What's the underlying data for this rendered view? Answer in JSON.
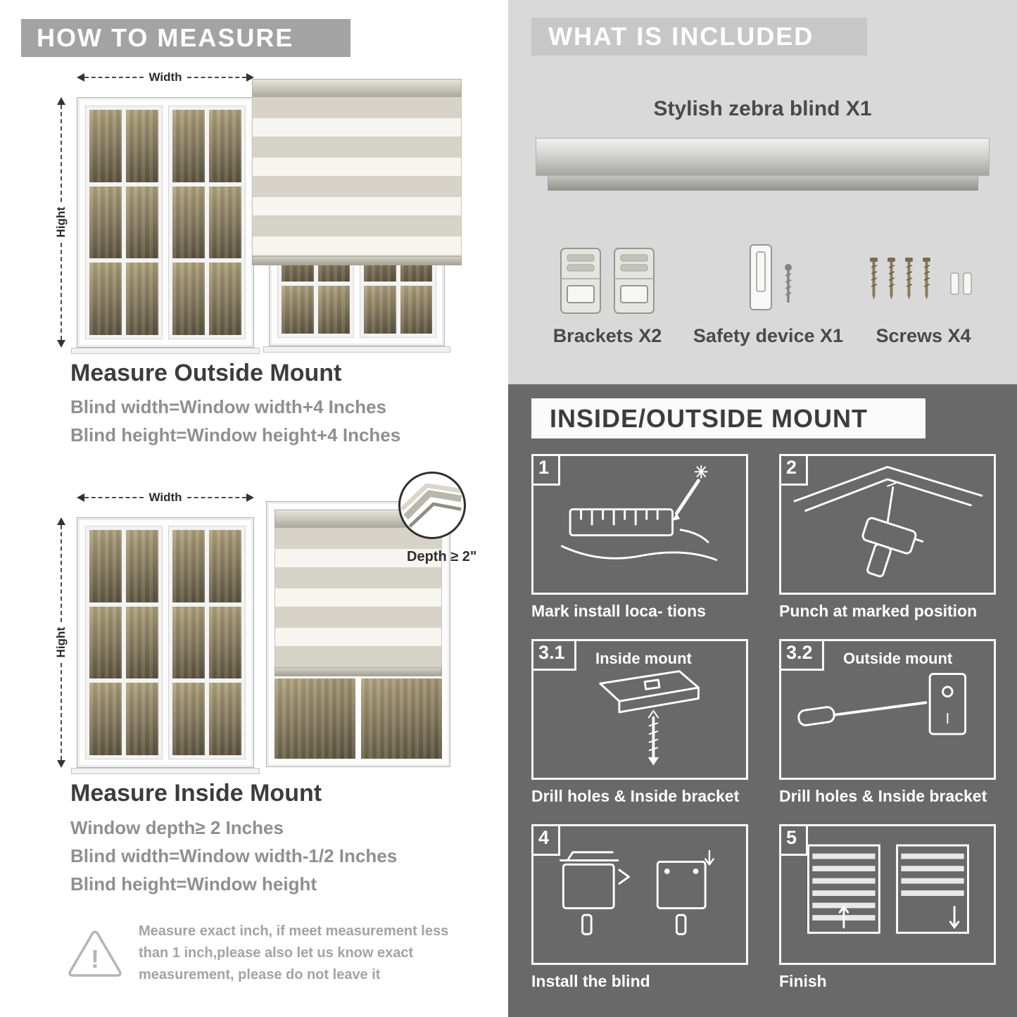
{
  "measure": {
    "banner": "HOW TO MEASURE",
    "width_label": "Width",
    "height_label": "Hight",
    "outside": {
      "heading": "Measure Outside Mount",
      "line1": "Blind width=Window width+4 Inches",
      "line2": "Blind height=Window height+4 Inches"
    },
    "inside": {
      "depth_callout": "Depth ≥ 2\"",
      "heading": "Measure Inside Mount",
      "line1": "Window depth≥ 2 Inches",
      "line2": "Blind width=Window width-1/2 Inches",
      "line3": "Blind height=Window height"
    },
    "warning": {
      "mark": "!",
      "text": "Measure exact inch, if meet measurement less than 1 inch,please also let us know exact measurement, please do not leave it"
    }
  },
  "included": {
    "banner": "WHAT IS INCLUDED",
    "product_label": "Stylish zebra blind X1",
    "items": [
      {
        "icon": "bracket-icon",
        "label": "Brackets X2"
      },
      {
        "icon": "safety-device-icon",
        "label": "Safety device X1"
      },
      {
        "icon": "screw-icon",
        "label": "Screws X4"
      }
    ]
  },
  "mount_guide": {
    "banner": "INSIDE/OUTSIDE MOUNT",
    "steps": [
      {
        "num": "1",
        "title": "",
        "caption": "Mark install loca- tions"
      },
      {
        "num": "2",
        "title": "",
        "caption": "Punch at marked position"
      },
      {
        "num": "3.1",
        "title": "Inside mount",
        "caption": "Drill holes & Inside bracket"
      },
      {
        "num": "3.2",
        "title": "Outside mount",
        "caption": "Drill holes & Inside bracket"
      },
      {
        "num": "4",
        "title": "",
        "caption": "Install the blind"
      },
      {
        "num": "5",
        "title": "",
        "caption": "Finish"
      }
    ]
  },
  "colors": {
    "left_banner_bg": "#a3a3a3",
    "included_panel_bg": "#d9d9d9",
    "included_banner_bg": "#c7c7c7",
    "mount_panel_bg": "#696969",
    "heading_text": "#3c3c3c",
    "formula_text": "#8f8f8f"
  }
}
